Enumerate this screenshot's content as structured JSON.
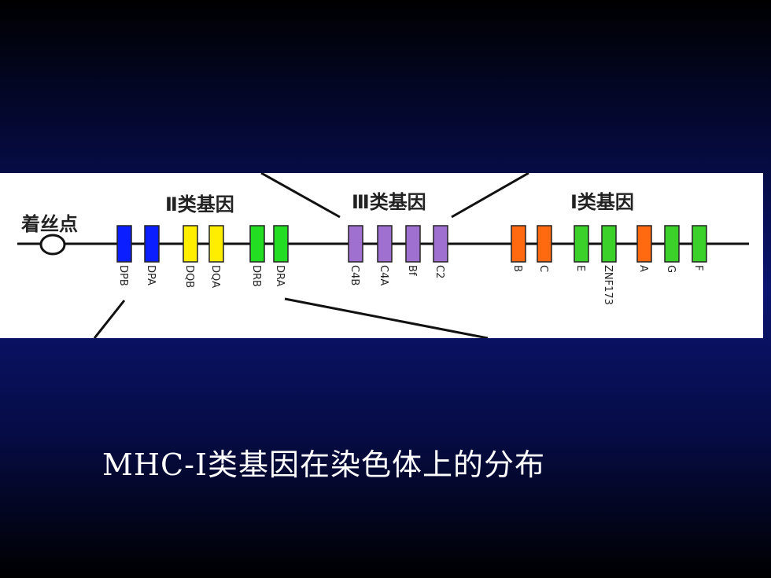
{
  "diagram": {
    "centromere_label": "着丝点",
    "class_labels": {
      "class2": "Ⅱ类基因",
      "class3": "Ⅲ类基因",
      "class1": "Ⅰ类基因"
    },
    "genes": [
      {
        "label": "DPB",
        "color": "#0a1eff",
        "group": "class2"
      },
      {
        "label": "DPA",
        "color": "#0a1eff",
        "group": "class2"
      },
      {
        "label": "DQB",
        "color": "#ffee00",
        "group": "class2"
      },
      {
        "label": "DQA",
        "color": "#ffee00",
        "group": "class2"
      },
      {
        "label": "DRB",
        "color": "#22dd22",
        "group": "class2"
      },
      {
        "label": "DRA",
        "color": "#22dd22",
        "group": "class2"
      },
      {
        "label": "C4B",
        "color": "#a070d0",
        "group": "class3"
      },
      {
        "label": "C4A",
        "color": "#a070d0",
        "group": "class3"
      },
      {
        "label": "Bf",
        "color": "#a070d0",
        "group": "class3"
      },
      {
        "label": "C2",
        "color": "#a070d0",
        "group": "class3"
      },
      {
        "label": "B",
        "color": "#ff6a10",
        "group": "class1"
      },
      {
        "label": "C",
        "color": "#ff6a10",
        "group": "class1"
      },
      {
        "label": "E",
        "color": "#3cd02a",
        "group": "class1"
      },
      {
        "label": "ZNF173",
        "color": "#3cd02a",
        "group": "class1"
      },
      {
        "label": "A",
        "color": "#ff6a10",
        "group": "class1"
      },
      {
        "label": "G",
        "color": "#3cd02a",
        "group": "class1"
      },
      {
        "label": "F",
        "color": "#3cd02a",
        "group": "class1"
      }
    ]
  },
  "caption": "MHC-I类基因在染色体上的分布"
}
